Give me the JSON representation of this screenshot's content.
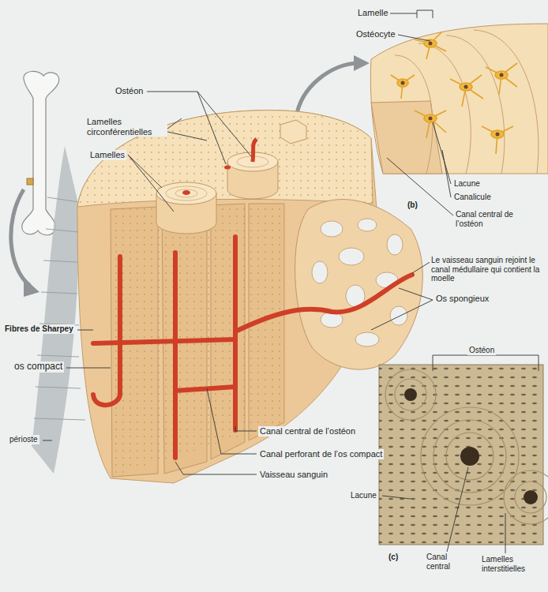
{
  "diagram": {
    "labels": [
      "Lamelle",
      "Ostéocyte",
      "Ostéon",
      "Lamelles circonférentielles",
      "Lamelles",
      "Lacune",
      "Canalicule",
      "Canal central de l’ostéon",
      "(b)",
      "Le vaisseau sanguin rejoint le canal médullaire qui contient la moelle",
      "Os spongieux",
      "Fibres de Sharpey",
      "os compact",
      "périoste",
      "Canal central de l’ostéon",
      "Canal perforant de l’os compact",
      "Vaisseau sanguin",
      "Ostéon",
      "Lacune",
      "Canal central",
      "Lamelles interstitielles",
      "(c)"
    ]
  }
}
